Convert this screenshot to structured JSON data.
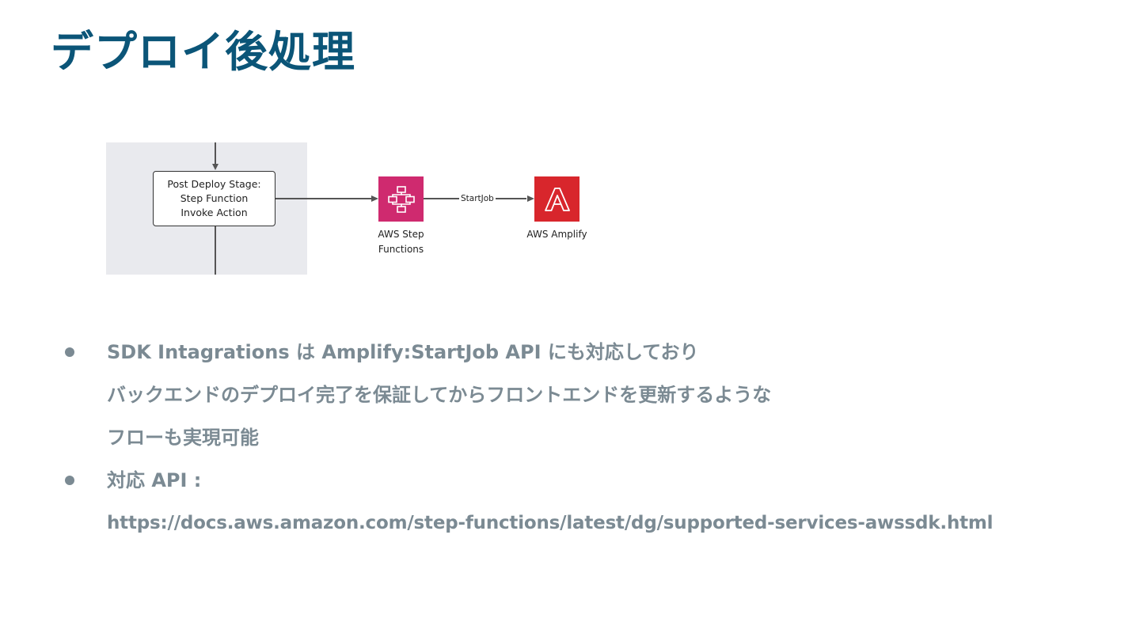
{
  "slide": {
    "title": "デプロイ後処理"
  },
  "diagram": {
    "stage_box": {
      "line1": "Post Deploy Stage:",
      "line2": "Step Function",
      "line3": "Invoke Action"
    },
    "edge_label": "StartJob",
    "step_functions": {
      "label_line1": "AWS Step",
      "label_line2": "Functions",
      "icon": "step-functions-icon",
      "color": "#cf2a6f"
    },
    "amplify": {
      "label": "AWS Amplify",
      "icon": "amplify-icon",
      "color": "#d8262c"
    }
  },
  "bullets": [
    {
      "lines": [
        "SDK Intagrations は Amplify:StartJob API にも対応しており",
        "バックエンドのデプロイ完了を保証してからフロントエンドを更新するような",
        "フローも実現可能"
      ]
    },
    {
      "lines": [
        "対応 API :",
        "https://docs.aws.amazon.com/step-functions/latest/dg/supported-services-awssdk.html"
      ]
    }
  ],
  "colors": {
    "title": "#0b5578",
    "body_text": "#7b8a93",
    "stage_panel": "#e9eaee"
  }
}
